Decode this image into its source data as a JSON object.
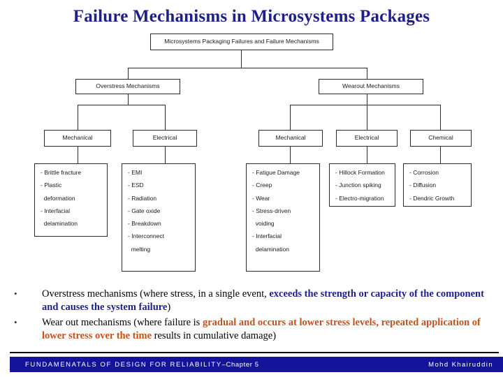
{
  "slide": {
    "title": "Failure Mechanisms in Microsystems Packages"
  },
  "diagram": {
    "root": "Microsystems Packaging Failures and Failure Mechanisms",
    "level2": {
      "left": "Overstress Mechanisms",
      "right": "Wearout Mechanisms"
    },
    "level3": {
      "overstress_mechanical": "Mechanical",
      "overstress_electrical": "Electrical",
      "wearout_mechanical": "Mechanical",
      "wearout_electrical": "Electrical",
      "wearout_chemical": "Chemical"
    },
    "leaves": {
      "overstress_mechanical_items": [
        "- Brittle fracture",
        "- Plastic",
        "  deformation",
        "- Interfacial",
        "  delamination"
      ],
      "overstress_electrical_items": [
        "- EMI",
        "- ESD",
        "- Radiation",
        "- Gate oxide",
        "- Breakdown",
        "- Interconnect",
        "  melting"
      ],
      "wearout_mechanical_items": [
        "- Fatigue Damage",
        "- Creep",
        "- Wear",
        "- Stress-driven",
        "  voiding",
        "- Interfacial",
        "  delamination"
      ],
      "wearout_electrical_items": [
        "- Hillock Formation",
        "- Junction spiking",
        "- Electro-migration"
      ],
      "wearout_chemical_items": [
        "- Corrosion",
        "- Diffusion",
        "- Dendric Growth"
      ]
    }
  },
  "bullets": [
    {
      "marker": "•",
      "part1": "Overstress mechanisms (where stress, in a single event, ",
      "highlight": "exceeds the strength or capacity of the component and causes the system failure",
      "highlight_color": "blue",
      "part2": ")"
    },
    {
      "marker": "•",
      "part1": "Wear out mechanisms (where failure is ",
      "highlight": "gradual and occurs at lower stress levels, repeated application of lower stress over the time",
      "highlight_color": "orange",
      "part2": " results in cumulative damage)"
    }
  ],
  "footer": {
    "title": "FUNDAMENATALS OF DESIGN FOR RELIABILITY",
    "chapter": "–Chapter 5",
    "author": "Mohd Khairuddin"
  },
  "colors": {
    "title_navy": "#1f1f8c",
    "highlight_blue": "#1f1f8c",
    "highlight_orange": "#c4511b",
    "footer_bar": "#14149b",
    "box_border": "#2b2b2b"
  }
}
